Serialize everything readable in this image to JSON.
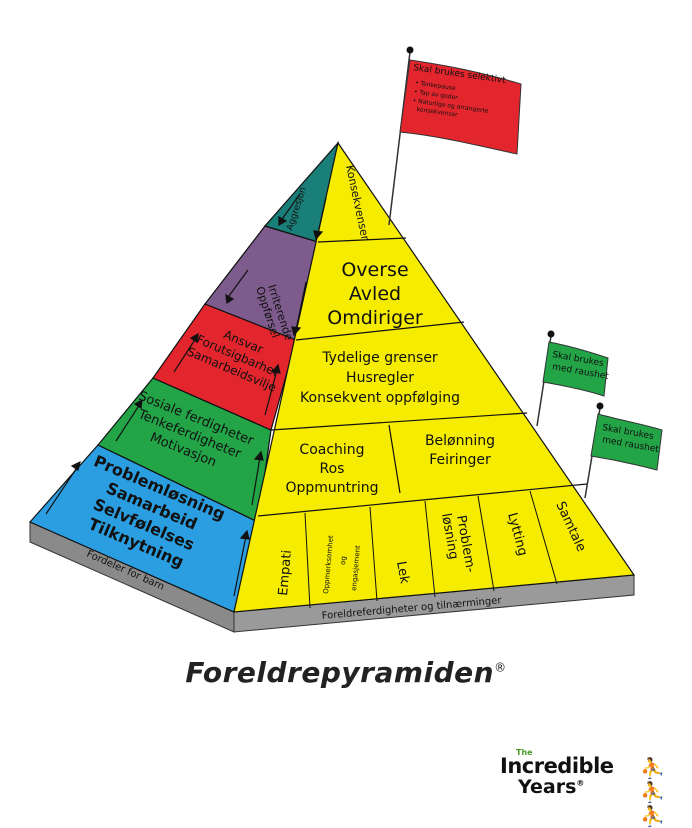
{
  "pyramid": {
    "right_top": "Konsekvenser",
    "right_level2": [
      "Overse",
      "Avled",
      "Omdiriger"
    ],
    "right_level3": [
      "Tydelige grenser",
      "Husregler",
      "Konsekvent oppfølging"
    ],
    "right_level4_left": [
      "Coaching",
      "Ros",
      "Oppmuntring"
    ],
    "right_level4_right": [
      "Belønning",
      "Feiringer"
    ],
    "right_bottom": [
      "Empati",
      "Oppmerksomhet",
      "og",
      "engasjement",
      "Lek",
      "Problem-",
      "løsning",
      "Lytting",
      "Samtale"
    ],
    "left_teal": "Aggresjon",
    "left_purple": [
      "Irriterende",
      "Oppførsel"
    ],
    "left_red": [
      "Ansvar",
      "Forutsigbarhet",
      "Samarbeidsvilje"
    ],
    "left_green": [
      "Sosiale ferdigheter",
      "Tenkeferdigheter",
      "Motivasjon"
    ],
    "left_blue": [
      "Problemløsning",
      "Samarbeid",
      "Selvfølelses",
      "Tilknytning"
    ],
    "base_left": "Fordeler for barn",
    "base_right": "Foreldreferdigheter og tilnærminger"
  },
  "flags": {
    "red": {
      "title": "Skal brukes selektivt",
      "items": [
        "• Tenkepause",
        "• Tap av goder",
        "• Naturlige og arrangerte",
        "konsekvenser"
      ]
    },
    "green_1": [
      "Skal brukes",
      "med raushet"
    ],
    "green_2": [
      "Skal brukes",
      "med raushet"
    ]
  },
  "caption": {
    "title": "Foreldrepyramiden",
    "mark": "®"
  },
  "logo": {
    "the": "The",
    "line1": "Incredible",
    "line2": "Years",
    "mark": "®"
  },
  "colors": {
    "yellow": "#f5ec00",
    "teal": "#1a7f78",
    "purple": "#7d5b8c",
    "red": "#e3262d",
    "green": "#22a447",
    "blue": "#2a9ee0",
    "base": "#8a8a8a"
  }
}
